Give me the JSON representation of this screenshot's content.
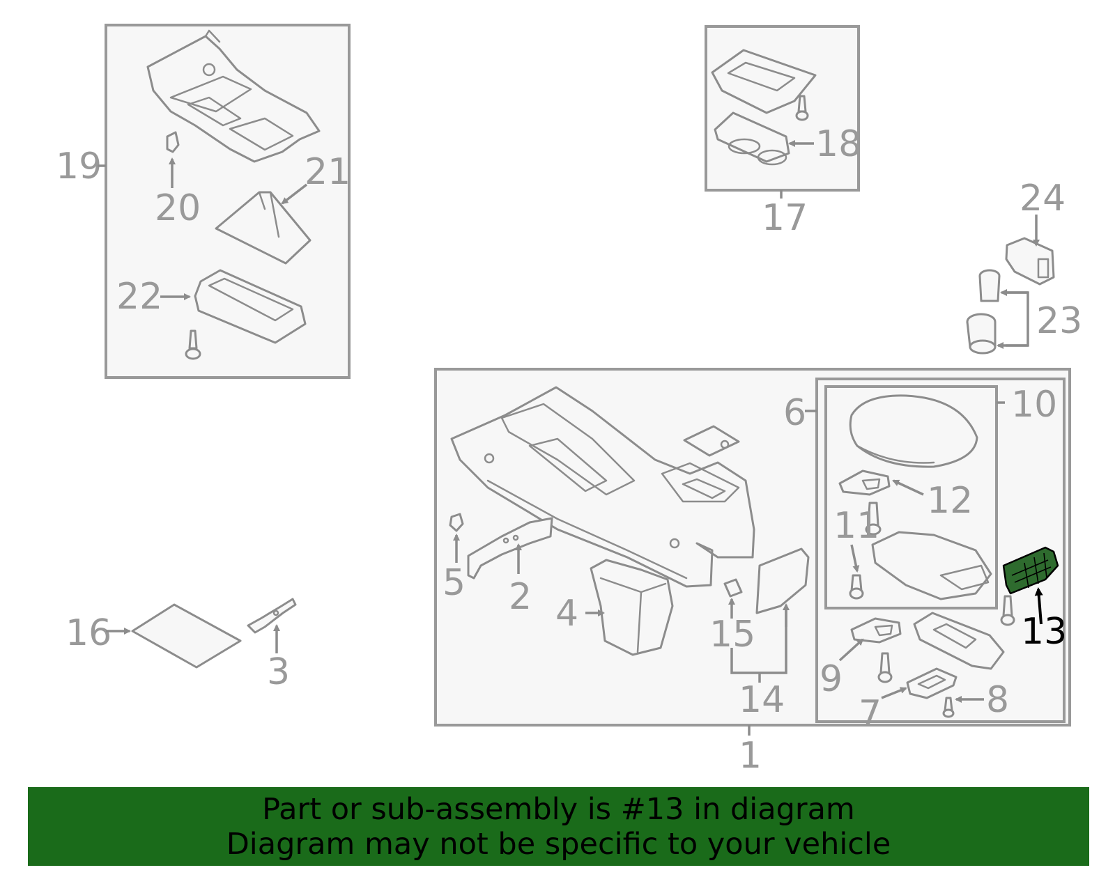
{
  "diagram": {
    "highlight_color": "#1a6b1a",
    "highlighted_part": "13",
    "callouts": {
      "n1": "1",
      "n2": "2",
      "n3": "3",
      "n4": "4",
      "n5": "5",
      "n6": "6",
      "n7": "7",
      "n8": "8",
      "n9": "9",
      "n10": "10",
      "n11": "11",
      "n12": "12",
      "n13": "13",
      "n14": "14",
      "n15": "15",
      "n16": "16",
      "n17": "17",
      "n18": "18",
      "n19": "19",
      "n20": "20",
      "n21": "21",
      "n22": "22",
      "n23": "23",
      "n24": "24"
    }
  },
  "banner": {
    "line1": "Part or sub-assembly is #13 in diagram",
    "line2": "Diagram may not be specific to your vehicle"
  }
}
